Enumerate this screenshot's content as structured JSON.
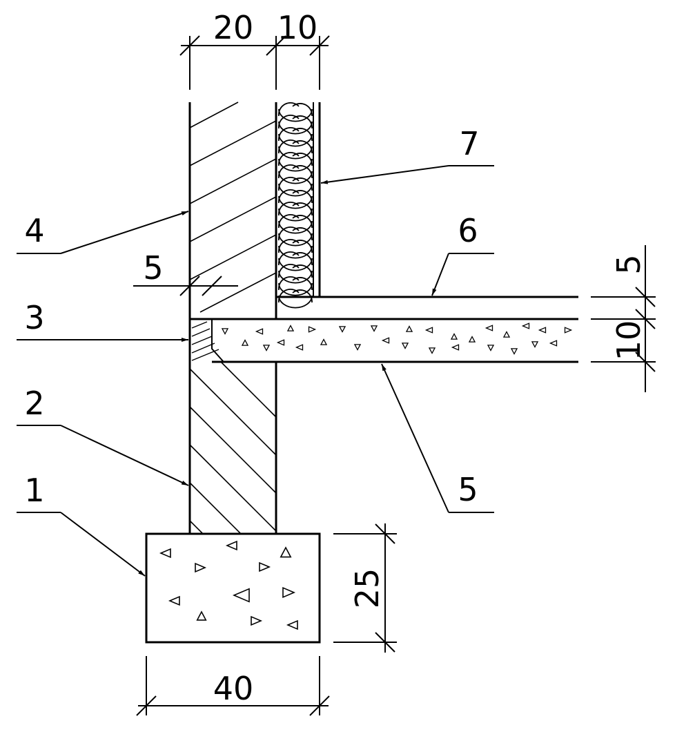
{
  "callouts": {
    "c1": "1",
    "c2": "2",
    "c3": "3",
    "c4": "4",
    "c5": "5",
    "c6": "6",
    "c7": "7"
  },
  "dimensions": {
    "wall_width": "20",
    "insulation_width": "10",
    "gap_width": "5",
    "floor_layer_top": "5",
    "floor_slab": "10",
    "footing_height": "25",
    "footing_width": "40"
  },
  "colors": {
    "line": "#000000",
    "background": "#ffffff"
  }
}
